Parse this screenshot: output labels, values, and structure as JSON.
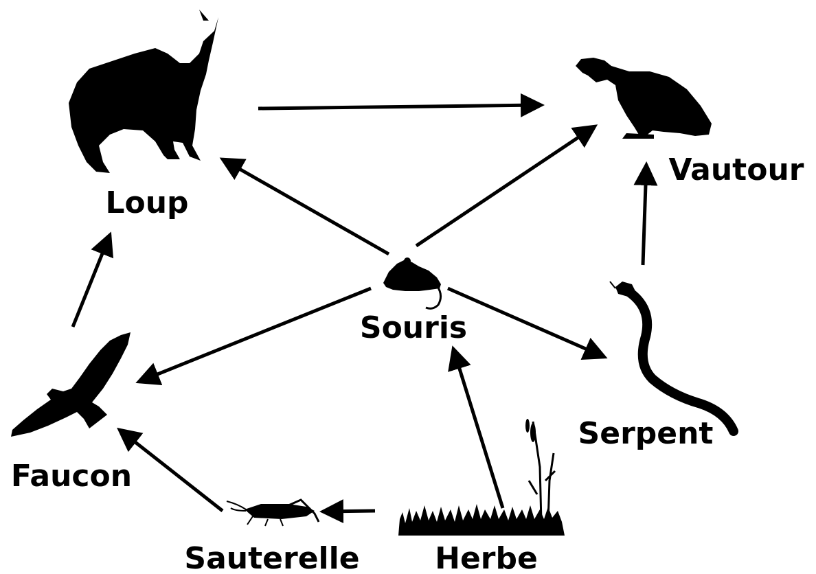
{
  "diagram": {
    "colors": {
      "ink": "#000000",
      "background": "#ffffff"
    },
    "nodes": {
      "loup": {
        "label": "Loup",
        "icon": "wolf-icon"
      },
      "vautour": {
        "label": "Vautour",
        "icon": "vulture-icon"
      },
      "souris": {
        "label": "Souris",
        "icon": "mouse-icon"
      },
      "faucon": {
        "label": "Faucon",
        "icon": "hawk-icon"
      },
      "serpent": {
        "label": "Serpent",
        "icon": "snake-icon"
      },
      "sauterelle": {
        "label": "Sauterelle",
        "icon": "grasshopper-icon"
      },
      "herbe": {
        "label": "Herbe",
        "icon": "grass-icon"
      }
    },
    "edges": [
      {
        "from": "Loup",
        "to": "Vautour"
      },
      {
        "from": "Souris",
        "to": "Loup"
      },
      {
        "from": "Souris",
        "to": "Vautour"
      },
      {
        "from": "Serpent",
        "to": "Vautour"
      },
      {
        "from": "Faucon",
        "to": "Loup"
      },
      {
        "from": "Souris",
        "to": "Faucon"
      },
      {
        "from": "Souris",
        "to": "Serpent"
      },
      {
        "from": "Herbe",
        "to": "Souris"
      },
      {
        "from": "Sauterelle",
        "to": "Faucon"
      },
      {
        "from": "Herbe",
        "to": "Sauterelle"
      }
    ]
  }
}
